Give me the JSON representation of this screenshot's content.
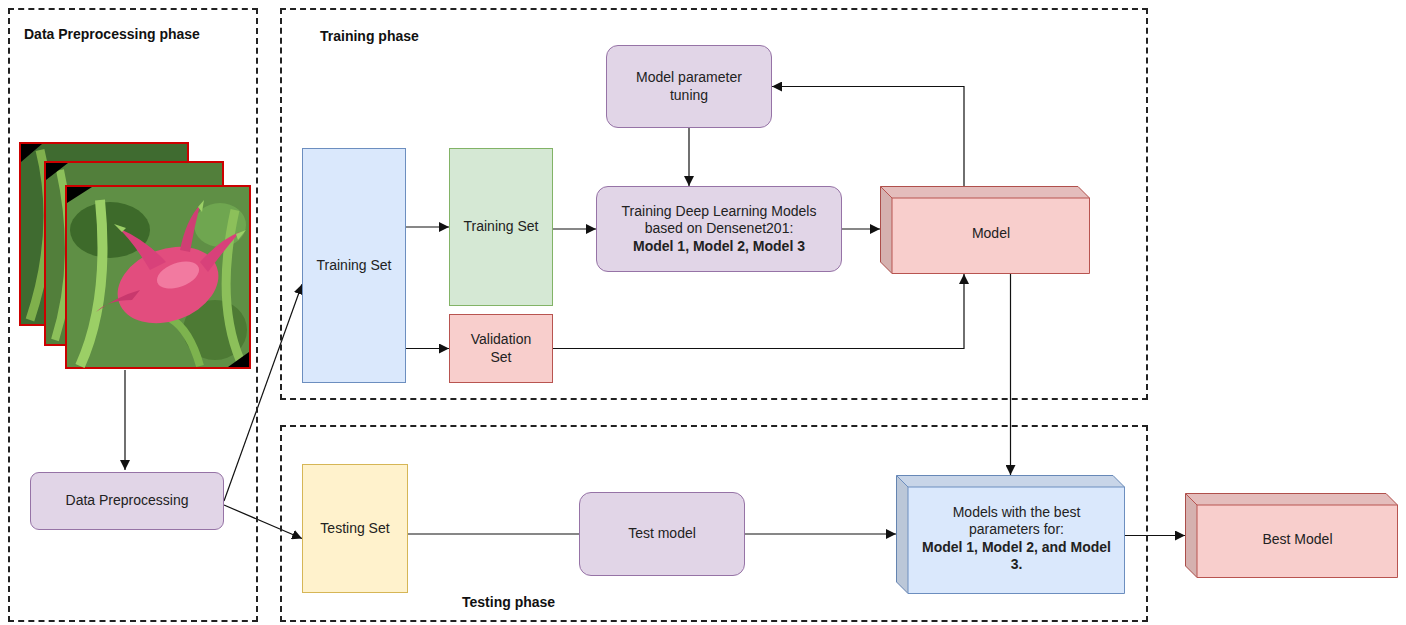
{
  "diagram": {
    "nodes": [
      {
        "text": [
          "Data Preprocessing phase"
        ]
      },
      {
        "text": [
          "Data Preprocessing"
        ],
        "in": 0
      },
      {
        "text": [
          "Training phase"
        ]
      },
      {
        "text": [
          "Model parameter tuning"
        ],
        "in": 2
      },
      {
        "text": [
          "Training Set"
        ],
        "in": 2
      },
      {
        "text": [
          "Training Set"
        ],
        "in": 2
      },
      {
        "text": [
          "Training Deep Learning Models based on Densenet201:",
          "Model 1, Model 2, Model 3"
        ],
        "in": 2
      },
      {
        "text": [
          "Model"
        ],
        "in": 2
      },
      {
        "text": [
          "Validation Set"
        ],
        "in": 2
      },
      {
        "text": [
          "Testing phase"
        ]
      },
      {
        "text": [
          "Testing Set"
        ],
        "in": 9
      },
      {
        "text": [
          "Test model"
        ],
        "in": 9
      },
      {
        "text": [
          "Models with the best parameters for:",
          "Model 1, Model 2, and Model 3."
        ],
        "in": 9
      },
      {
        "text": [
          "Best Model"
        ]
      }
    ],
    "edges": [
      {
        "from": 1,
        "to": 4,
        "arrow": "to"
      },
      {
        "from": 1,
        "to": 10,
        "arrow": "to"
      },
      {
        "from": 4,
        "to": 5,
        "arrow": "to"
      },
      {
        "from": 4,
        "to": 8,
        "arrow": "to"
      },
      {
        "from": 5,
        "to": 6,
        "arrow": "to"
      },
      {
        "from": 6,
        "to": 7,
        "arrow": "to"
      },
      {
        "from": 8,
        "to": 7,
        "arrow": "to"
      },
      {
        "from": 7,
        "to": 3,
        "arrow": "to"
      },
      {
        "from": 3,
        "to": 6,
        "arrow": "to"
      },
      {
        "from": 7,
        "to": 12,
        "arrow": "to"
      },
      {
        "from": 10,
        "to": 11,
        "arrow": "none"
      },
      {
        "from": 11,
        "to": 12,
        "arrow": "to"
      },
      {
        "from": 12,
        "to": 13,
        "arrow": "to"
      }
    ]
  }
}
